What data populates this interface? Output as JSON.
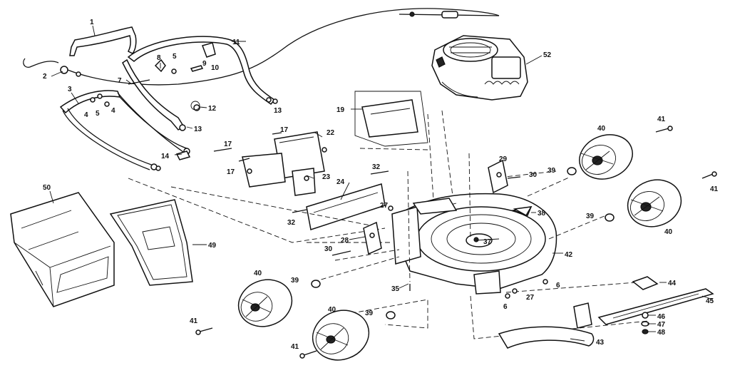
{
  "diagram": {
    "parts": [
      {
        "id": "p1",
        "number": "1"
      },
      {
        "id": "p2",
        "number": "2"
      },
      {
        "id": "p3",
        "number": "3"
      },
      {
        "id": "p4a",
        "number": "4"
      },
      {
        "id": "p4b",
        "number": "4"
      },
      {
        "id": "p5a",
        "number": "5"
      },
      {
        "id": "p5b",
        "number": "5"
      },
      {
        "id": "p6a",
        "number": "6"
      },
      {
        "id": "p6b",
        "number": "6"
      },
      {
        "id": "p7",
        "number": "7"
      },
      {
        "id": "p8",
        "number": "8"
      },
      {
        "id": "p9",
        "number": "9"
      },
      {
        "id": "p10",
        "number": "10"
      },
      {
        "id": "p11",
        "number": "11"
      },
      {
        "id": "p12",
        "number": "12"
      },
      {
        "id": "p13a",
        "number": "13"
      },
      {
        "id": "p13b",
        "number": "13"
      },
      {
        "id": "p14",
        "number": "14"
      },
      {
        "id": "p17a",
        "number": "17"
      },
      {
        "id": "p17b",
        "number": "17"
      },
      {
        "id": "p17c",
        "number": "17"
      },
      {
        "id": "p19",
        "number": "19"
      },
      {
        "id": "p22",
        "number": "22"
      },
      {
        "id": "p23",
        "number": "23"
      },
      {
        "id": "p24",
        "number": "24"
      },
      {
        "id": "p27a",
        "number": "27"
      },
      {
        "id": "p27b",
        "number": "27"
      },
      {
        "id": "p28",
        "number": "28"
      },
      {
        "id": "p29",
        "number": "29"
      },
      {
        "id": "p30a",
        "number": "30"
      },
      {
        "id": "p30b",
        "number": "30"
      },
      {
        "id": "p32a",
        "number": "32"
      },
      {
        "id": "p32b",
        "number": "32"
      },
      {
        "id": "p35",
        "number": "35"
      },
      {
        "id": "p37",
        "number": "37"
      },
      {
        "id": "p38",
        "number": "38"
      },
      {
        "id": "p39a",
        "number": "39"
      },
      {
        "id": "p39b",
        "number": "39"
      },
      {
        "id": "p39c",
        "number": "39"
      },
      {
        "id": "p39d",
        "number": "39"
      },
      {
        "id": "p40a",
        "number": "40"
      },
      {
        "id": "p40b",
        "number": "40"
      },
      {
        "id": "p40c",
        "number": "40"
      },
      {
        "id": "p40d",
        "number": "40"
      },
      {
        "id": "p41a",
        "number": "41"
      },
      {
        "id": "p41b",
        "number": "41"
      },
      {
        "id": "p41c",
        "number": "41"
      },
      {
        "id": "p41d",
        "number": "41"
      },
      {
        "id": "p42",
        "number": "42"
      },
      {
        "id": "p43",
        "number": "43"
      },
      {
        "id": "p44",
        "number": "44"
      },
      {
        "id": "p45",
        "number": "45"
      },
      {
        "id": "p46",
        "number": "46"
      },
      {
        "id": "p47",
        "number": "47"
      },
      {
        "id": "p48",
        "number": "48"
      },
      {
        "id": "p49",
        "number": "49"
      },
      {
        "id": "p50",
        "number": "50"
      },
      {
        "id": "p52",
        "number": "52"
      }
    ]
  }
}
